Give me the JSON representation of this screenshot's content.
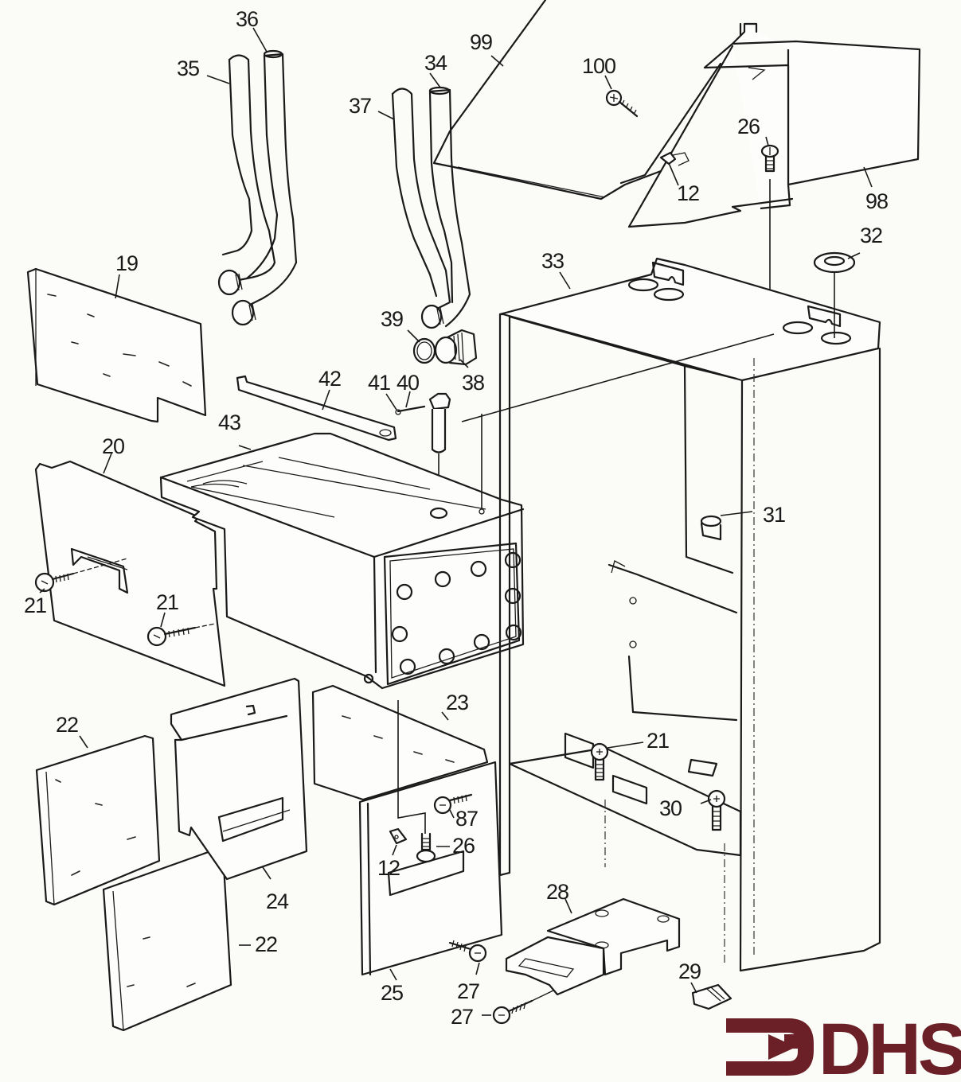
{
  "diagram": {
    "type": "exploded-parts-diagram",
    "subject": "Boiler casing and heat exchanger assembly",
    "logo": {
      "text": "DHS",
      "color": "#6a2026",
      "icon": "arrow-bracket-icon"
    },
    "line_color": "#1a1a1a",
    "background": "#fbfbf8",
    "labels": {
      "p12a": "12",
      "p12b": "12",
      "p19": "19",
      "p20": "20",
      "p21a": "21",
      "p21b": "21",
      "p21c": "21",
      "p22a": "22",
      "p22b": "22",
      "p23": "23",
      "p24": "24",
      "p25": "25",
      "p26a": "26",
      "p26b": "26",
      "p27a": "27",
      "p27b": "27",
      "p28": "28",
      "p29": "29",
      "p30": "30",
      "p31": "31",
      "p32": "32",
      "p33": "33",
      "p34": "34",
      "p35": "35",
      "p36": "36",
      "p37": "37",
      "p38": "38",
      "p39": "39",
      "p40": "40",
      "p41": "41",
      "p42": "42",
      "p43": "43",
      "p87": "87",
      "p98": "98",
      "p99": "99",
      "p100": "100"
    },
    "parts": [
      {
        "id": "12",
        "name": "spire clip"
      },
      {
        "id": "19",
        "name": "insulation panel top"
      },
      {
        "id": "20",
        "name": "side panel"
      },
      {
        "id": "21",
        "name": "screw"
      },
      {
        "id": "22",
        "name": "insulation panel"
      },
      {
        "id": "23",
        "name": "insulated lower panel"
      },
      {
        "id": "24",
        "name": "inner panel"
      },
      {
        "id": "25",
        "name": "lower front panel"
      },
      {
        "id": "26",
        "name": "screw"
      },
      {
        "id": "27",
        "name": "screw"
      },
      {
        "id": "28",
        "name": "base tray"
      },
      {
        "id": "29",
        "name": "foot"
      },
      {
        "id": "30",
        "name": "screw"
      },
      {
        "id": "31",
        "name": "grommet clip"
      },
      {
        "id": "32",
        "name": "grommet"
      },
      {
        "id": "33",
        "name": "outer casing"
      },
      {
        "id": "34",
        "name": "pipe"
      },
      {
        "id": "35",
        "name": "pipe"
      },
      {
        "id": "36",
        "name": "pipe"
      },
      {
        "id": "37",
        "name": "pipe"
      },
      {
        "id": "38",
        "name": "union fitting"
      },
      {
        "id": "39",
        "name": "sealing washer"
      },
      {
        "id": "40",
        "name": "sensor pocket"
      },
      {
        "id": "41",
        "name": "split pin"
      },
      {
        "id": "42",
        "name": "retaining bar"
      },
      {
        "id": "43",
        "name": "heat exchanger"
      },
      {
        "id": "87",
        "name": "screw"
      },
      {
        "id": "98",
        "name": "flue hood"
      },
      {
        "id": "99",
        "name": "top cover"
      },
      {
        "id": "100",
        "name": "screw"
      }
    ]
  }
}
